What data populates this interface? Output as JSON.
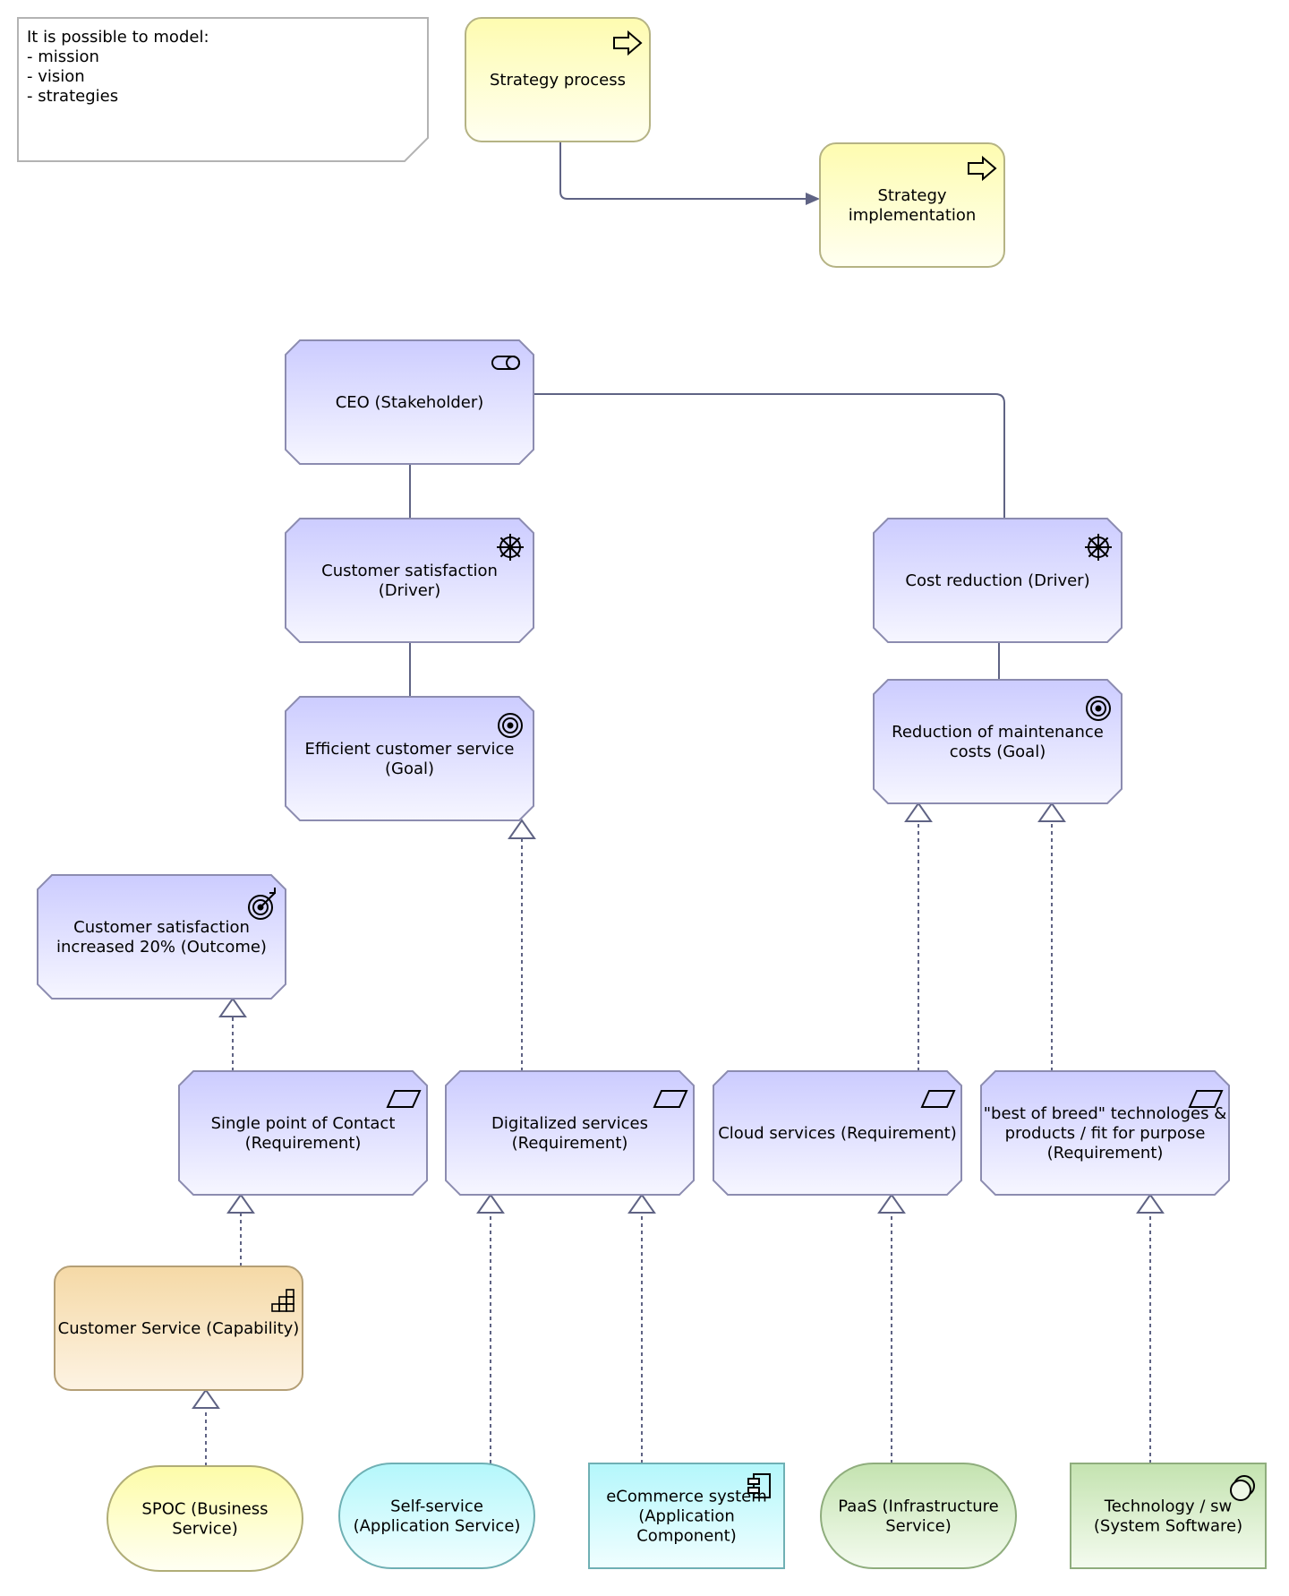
{
  "colors": {
    "motivation_top": "#ccccff",
    "motivation_bottom": "#f6f6ff",
    "motivation_stroke": "#8c8cb0",
    "strategy_top": "#f5d9a6",
    "strategy_bottom": "#fdf3e3",
    "strategy_stroke": "#b49f76",
    "impl_top": "#fefcb0",
    "impl_bottom": "#fffff1",
    "impl_stroke": "#b5b384",
    "business_top": "#fdfca8",
    "business_bottom": "#fffff3",
    "business_stroke": "#b0ad77",
    "application_top": "#b4f7fb",
    "application_bottom": "#f0feff",
    "application_stroke": "#6fb0b4",
    "technology_top": "#c4e3b0",
    "technology_bottom": "#f4fbef",
    "technology_stroke": "#8fad7d",
    "line": "#5f6384",
    "note_stroke": "#b3b3b3"
  },
  "note": {
    "lines": [
      "It is possible to model:",
      "- mission",
      "- vision",
      "- strategies"
    ]
  },
  "nodes": {
    "strategy_process": {
      "lines": [
        "Strategy process"
      ],
      "kind": "work-package",
      "icon": "arrow-right-icon"
    },
    "strategy_implementation": {
      "lines": [
        "Strategy",
        "implementation"
      ],
      "kind": "work-package",
      "icon": "arrow-right-icon"
    },
    "ceo": {
      "lines": [
        "CEO (Stakeholder)"
      ],
      "kind": "stakeholder",
      "icon": "stakeholder-icon"
    },
    "customer_satisfaction": {
      "lines": [
        "Customer satisfaction",
        "(Driver)"
      ],
      "kind": "driver",
      "icon": "helm-icon"
    },
    "cost_reduction": {
      "lines": [
        "Cost reduction (Driver)"
      ],
      "kind": "driver",
      "icon": "helm-icon"
    },
    "efficient_customer_service": {
      "lines": [
        "Efficient customer service",
        "(Goal)"
      ],
      "kind": "goal",
      "icon": "target-icon"
    },
    "reduction_maintenance": {
      "lines": [
        "Reduction of maintenance",
        "costs (Goal)"
      ],
      "kind": "goal",
      "icon": "target-icon"
    },
    "customer_satisfaction_outcome": {
      "lines": [
        "Customer satisfaction",
        "increased 20% (Outcome)"
      ],
      "kind": "outcome",
      "icon": "target-arrow-icon"
    },
    "single_point_contact": {
      "lines": [
        "Single point of Contact",
        "(Requirement)"
      ],
      "kind": "requirement",
      "icon": "parallelogram-icon"
    },
    "digitalized_services": {
      "lines": [
        "Digitalized services",
        "(Requirement)"
      ],
      "kind": "requirement",
      "icon": "parallelogram-icon"
    },
    "cloud_services": {
      "lines": [
        "Cloud services (Requirement)"
      ],
      "kind": "requirement",
      "icon": "parallelogram-icon"
    },
    "best_of_breed": {
      "lines": [
        "\"best of breed\" technologes &",
        "products / fit for purpose",
        "(Requirement)"
      ],
      "kind": "requirement",
      "icon": "parallelogram-icon"
    },
    "customer_service_capability": {
      "lines": [
        "Customer Service (Capability)"
      ],
      "kind": "capability",
      "icon": "capability-icon"
    },
    "spoc": {
      "lines": [
        "SPOC (Business",
        "Service)"
      ],
      "kind": "business-service",
      "icon": ""
    },
    "self_service": {
      "lines": [
        "Self-service",
        "(Application Service)"
      ],
      "kind": "application-service",
      "icon": ""
    },
    "ecommerce": {
      "lines": [
        "eCommerce system",
        "(Application",
        "Component)"
      ],
      "kind": "application-component",
      "icon": "component-icon"
    },
    "paas": {
      "lines": [
        "PaaS (Infrastructure",
        "Service)"
      ],
      "kind": "technology-service",
      "icon": ""
    },
    "technology_sw": {
      "lines": [
        "Technology / sw",
        "(System Software)"
      ],
      "kind": "system-software",
      "icon": "system-software-icon"
    }
  },
  "edges": [
    {
      "from": "strategy_process",
      "to": "strategy_implementation",
      "type": "triggering"
    },
    {
      "from": "ceo",
      "to": "customer_satisfaction",
      "type": "association"
    },
    {
      "from": "ceo",
      "to": "cost_reduction",
      "type": "association"
    },
    {
      "from": "customer_satisfaction",
      "to": "efficient_customer_service",
      "type": "association"
    },
    {
      "from": "cost_reduction",
      "to": "reduction_maintenance",
      "type": "association"
    },
    {
      "from": "digitalized_services",
      "to": "efficient_customer_service",
      "type": "realization"
    },
    {
      "from": "cloud_services",
      "to": "reduction_maintenance",
      "type": "realization"
    },
    {
      "from": "best_of_breed",
      "to": "reduction_maintenance",
      "type": "realization"
    },
    {
      "from": "single_point_contact",
      "to": "customer_satisfaction_outcome",
      "type": "realization"
    },
    {
      "from": "customer_service_capability",
      "to": "single_point_contact",
      "type": "realization"
    },
    {
      "from": "spoc",
      "to": "customer_service_capability",
      "type": "realization"
    },
    {
      "from": "self_service",
      "to": "digitalized_services",
      "type": "realization"
    },
    {
      "from": "ecommerce",
      "to": "digitalized_services",
      "type": "realization"
    },
    {
      "from": "paas",
      "to": "cloud_services",
      "type": "realization"
    },
    {
      "from": "technology_sw",
      "to": "best_of_breed",
      "type": "realization"
    }
  ]
}
